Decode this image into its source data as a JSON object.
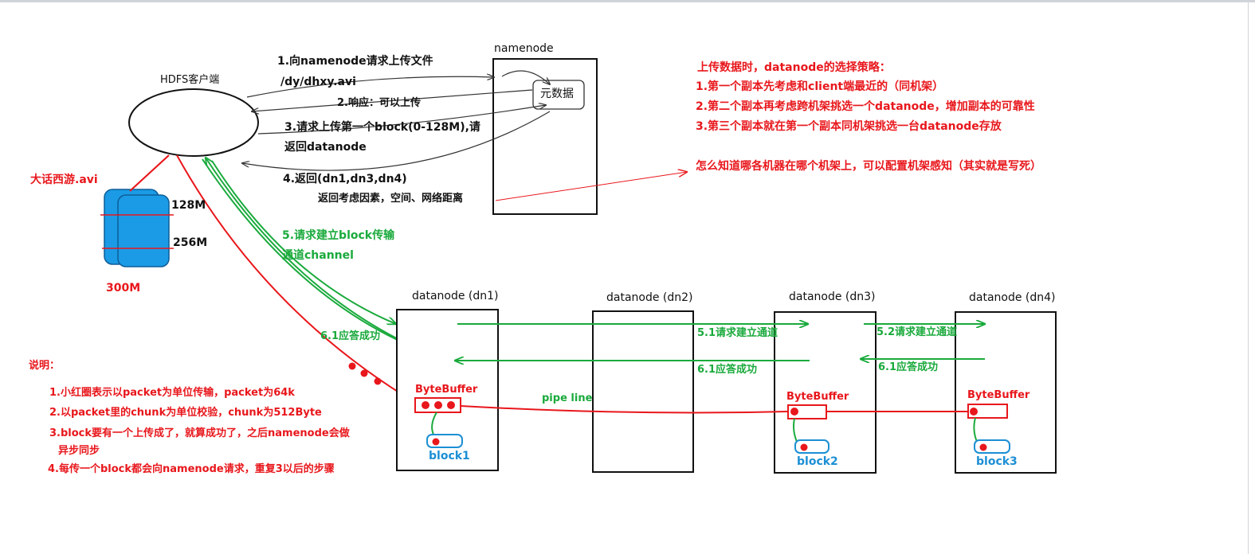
{
  "client": {
    "label": "HDFS客户端"
  },
  "namenode": {
    "label": "namenode",
    "metadata_label": "元数据"
  },
  "file": {
    "name": "大话西游.avi",
    "mark_128": "128M",
    "mark_256": "256M",
    "size": "300M"
  },
  "steps": {
    "s1_line1": "1.向namenode请求上传文件",
    "s1_line2": "/dy/dhxy.avi",
    "s2": "2.响应：可以上传",
    "s3_line1": "3.请求上传第一个block(0-128M),请",
    "s3_line2": "返回datanode",
    "s4": "4.返回(dn1,dn3,dn4)",
    "s4_note": "返回考虑因素，空间、网络距离",
    "s5_line1": "5.请求建立block传输",
    "s5_line2": "通道channel"
  },
  "strategy": {
    "title": "上传数据时，datanode的选择策略：",
    "items": [
      "1.第一个副本先考虑和client端最近的（同机架）",
      "2.第二个副本再考虑跨机架挑选一个datanode，增加副本的可靠性",
      "3.第三个副本就在第一个副本同机架挑选一台datanode存放"
    ],
    "rack_note": "怎么知道哪各机器在哪个机架上，可以配置机架感知（其实就是写死）"
  },
  "datanodes": [
    {
      "label": "datanode (dn1)"
    },
    {
      "label": "datanode (dn2)"
    },
    {
      "label": "datanode (dn3)"
    },
    {
      "label": "datanode (dn4)"
    }
  ],
  "pipeline": {
    "ack_client": "6.1应答成功",
    "req_51": "5.1请求建立通道",
    "ack_dn3": "6.1应答成功",
    "req_52": "5.2请求建立通道",
    "ack_dn4": "6.1应答成功",
    "pipe_line": "pipe line",
    "bytebuffer": "ByteBuffer",
    "block1": "block1",
    "block2": "block2",
    "block3": "block3"
  },
  "notes": {
    "title": "说明：",
    "items": [
      "1.小红圈表示以packet为单位传输，packet为64k",
      "2.以packet里的chunk为单位校验，chunk为512Byte",
      "3.block要有一个上传成了，就算成功了，之后namenode会做",
      "异步同步",
      "4.每传一个block都会向namenode请求，重复3以后的步骤"
    ]
  },
  "colors": {
    "red": "#e8171c",
    "green": "#1aaa3c",
    "blue": "#1c8fd4",
    "file_fill": "#1b9be5",
    "frame": "#d0d4da"
  }
}
